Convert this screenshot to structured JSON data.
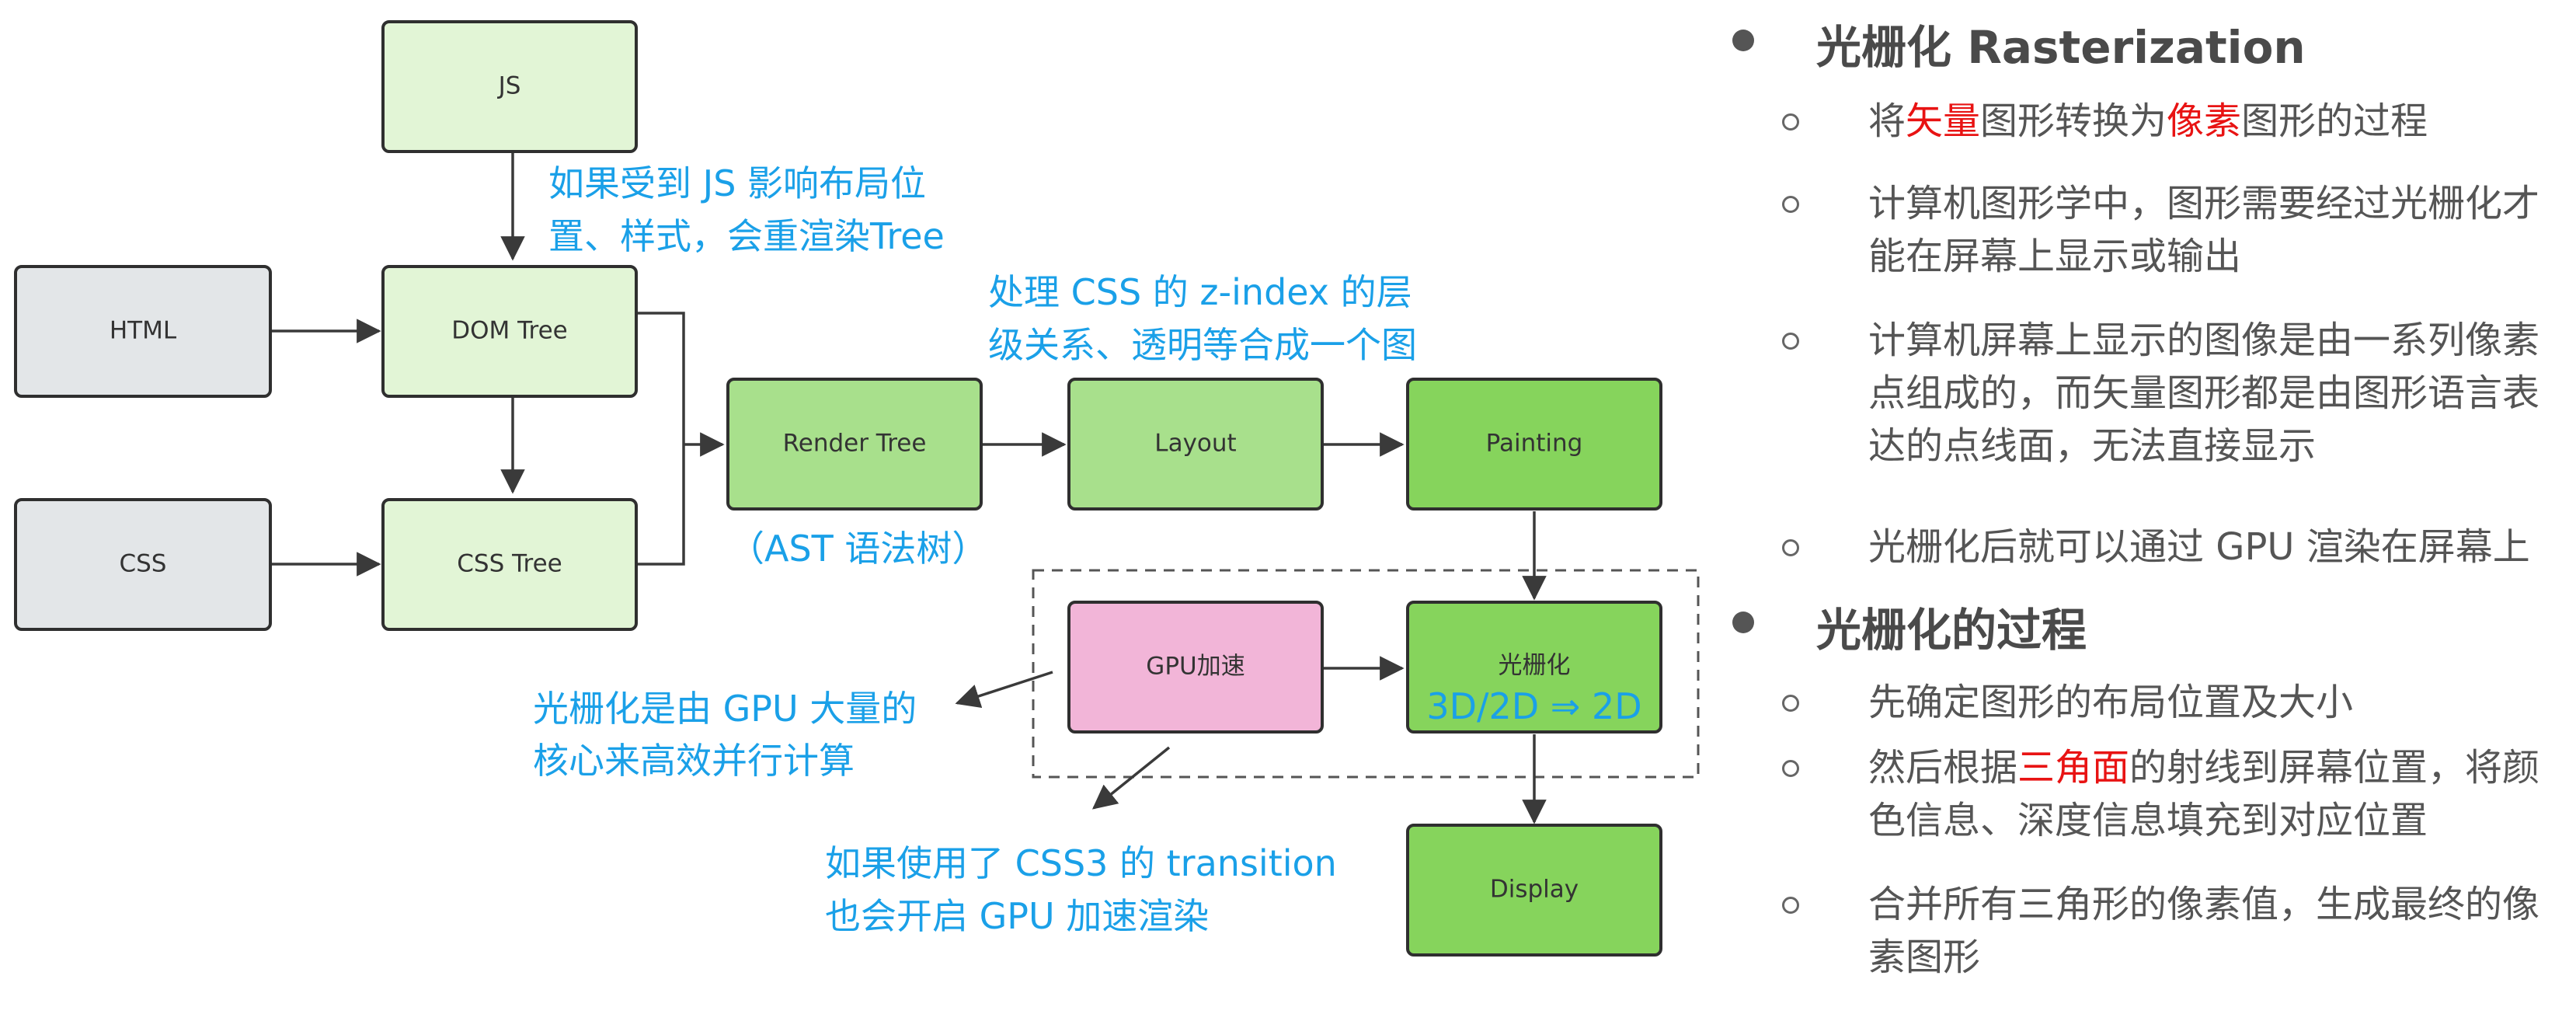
{
  "diagram": {
    "nodes": {
      "js": "JS",
      "html": "HTML",
      "dom_tree": "DOM Tree",
      "css": "CSS",
      "css_tree": "CSS Tree",
      "render_tree": "Render Tree",
      "layout": "Layout",
      "painting": "Painting",
      "gpu_accel": "GPU加速",
      "rasterize": "光栅化",
      "display": "Display"
    },
    "annotations": {
      "js_note_line1": "如果受到 JS 影响布局位",
      "js_note_line2": "置、样式，会重渲染Tree",
      "css_note_line1": "处理 CSS 的 z-index 的层",
      "css_note_line2": "级关系、透明等合成一个图",
      "ast_note": "（AST 语法树）",
      "gpu_note_line1": "光栅化是由 GPU 大量的",
      "gpu_note_line2": "核心来高效并行计算",
      "transition_note_line1": "如果使用了 CSS3 的 transition",
      "transition_note_line2": "也会开启 GPU 加速渲染",
      "dim_note": "3D/2D ⇒ 2D"
    }
  },
  "notes": {
    "section1": {
      "title": "光栅化 Rasterization",
      "item1": {
        "pre": "将",
        "hl1": "矢量",
        "mid": "图形转换为",
        "hl2": "像素",
        "post": "图形的过程"
      },
      "item2": "计算机图形学中，图形需要经过光栅化才能在屏幕上显示或输出",
      "item3": "计算机屏幕上显示的图像是由一系列像素点组成的，而矢量图形都是由图形语言表达的点线面，无法直接显示",
      "item4": "光栅化后就可以通过 GPU 渲染在屏幕上"
    },
    "section2": {
      "title": "光栅化的过程",
      "item1": "先确定图形的布局位置及大小",
      "item2": {
        "pre": "然后根据",
        "hl": "三角面",
        "post": "的射线到屏幕位置，将颜色信息、深度信息填充到对应位置"
      },
      "item3": "合并所有三角形的像素值，生成最终的像素图形"
    }
  },
  "colors": {
    "annotation": "#1aa0e8",
    "highlight": "#e81313",
    "node_gray": "#e3e6e8",
    "node_light_green": "#e2f5d6",
    "node_mid_green": "#a8e08c",
    "node_green": "#86d45c",
    "node_pink": "#f2b5d8"
  }
}
